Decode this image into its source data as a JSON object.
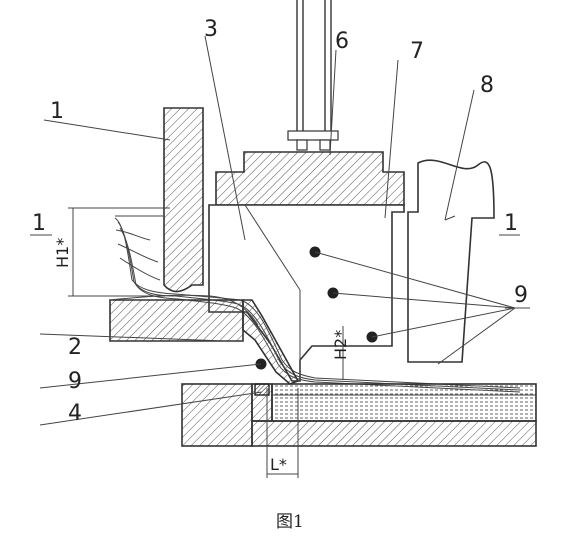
{
  "labels": {
    "l1a": "1",
    "l1b": "1",
    "l1c": "1",
    "l2": "2",
    "l3": "3",
    "l4": "4",
    "l6": "6",
    "l7": "7",
    "l8": "8",
    "l9a": "9",
    "l9b": "9"
  },
  "dimensions": {
    "h1": "H1*",
    "h2": "H2*",
    "l": "L*"
  },
  "caption": "图1"
}
